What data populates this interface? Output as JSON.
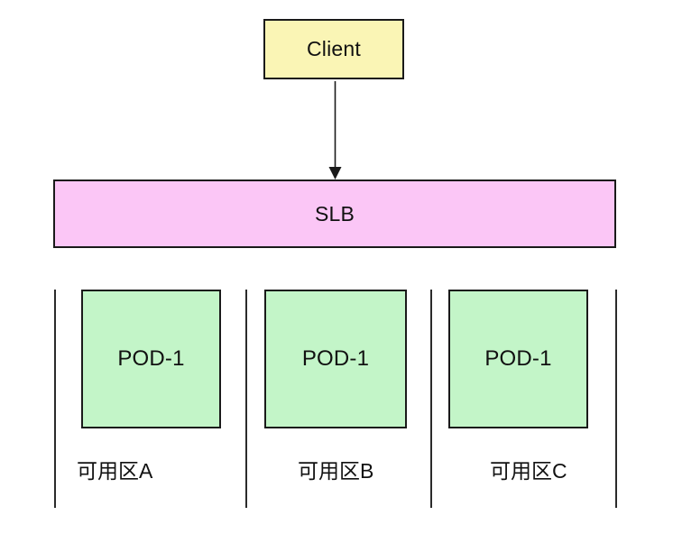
{
  "diagram": {
    "client_label": "Client",
    "slb_label": "SLB",
    "zones": [
      {
        "pod_label": "POD-1",
        "zone_label": "可用区A"
      },
      {
        "pod_label": "POD-1",
        "zone_label": "可用区B"
      },
      {
        "pod_label": "POD-1",
        "zone_label": "可用区C"
      }
    ],
    "colors": {
      "client_fill": "#FAF5B5",
      "slb_fill": "#FBC6F6",
      "pod_fill": "#C3F5C8",
      "border": "#1A1A1A",
      "connector": "#2B2B2B",
      "background": "#FFFFFF"
    }
  }
}
